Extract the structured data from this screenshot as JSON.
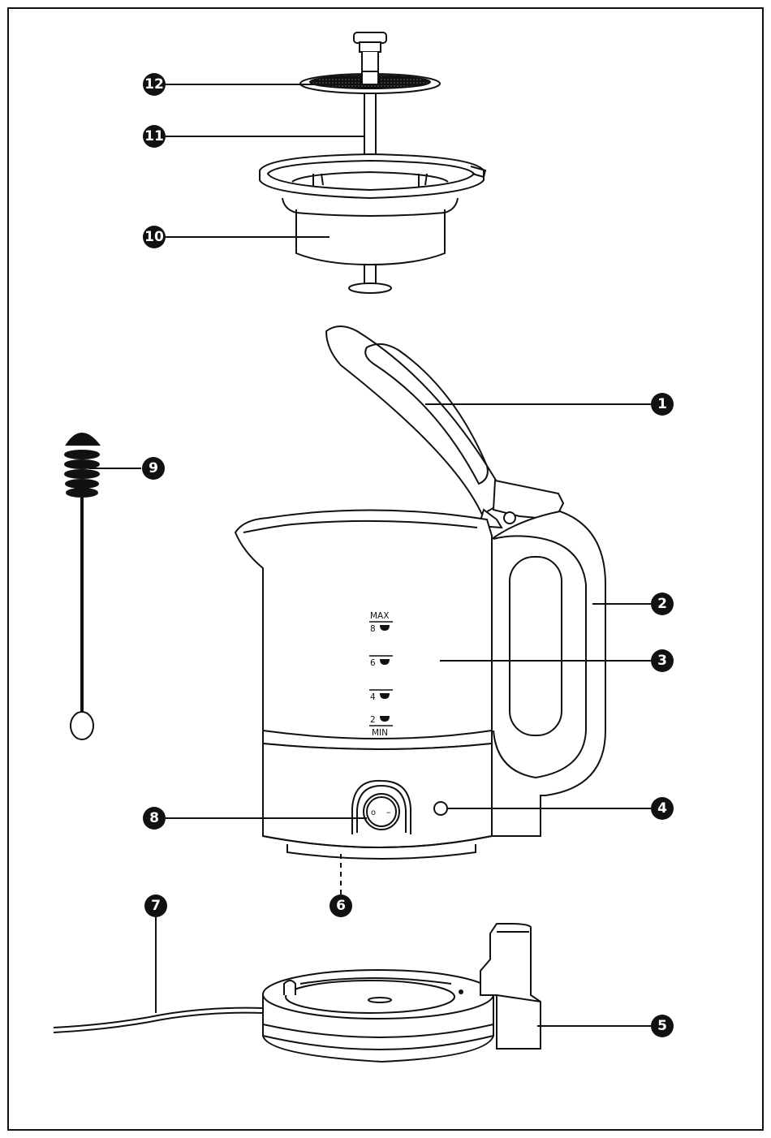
{
  "callouts": [
    {
      "id": "1",
      "label": "1"
    },
    {
      "id": "2",
      "label": "2"
    },
    {
      "id": "3",
      "label": "3"
    },
    {
      "id": "4",
      "label": "4"
    },
    {
      "id": "5",
      "label": "5"
    },
    {
      "id": "6",
      "label": "6"
    },
    {
      "id": "7",
      "label": "7"
    },
    {
      "id": "8",
      "label": "8"
    },
    {
      "id": "9",
      "label": "9"
    },
    {
      "id": "10",
      "label": "10"
    },
    {
      "id": "11",
      "label": "11"
    },
    {
      "id": "12",
      "label": "12"
    }
  ],
  "scale": {
    "max": "MAX",
    "mark8": "8",
    "mark6": "6",
    "mark4": "4",
    "mark2": "2",
    "min": "MIN"
  },
  "switch": {
    "off_symbol": "o",
    "on_symbol": "–"
  },
  "colors": {
    "line": "#111111",
    "callout_fill": "#111111",
    "background": "#ffffff"
  }
}
